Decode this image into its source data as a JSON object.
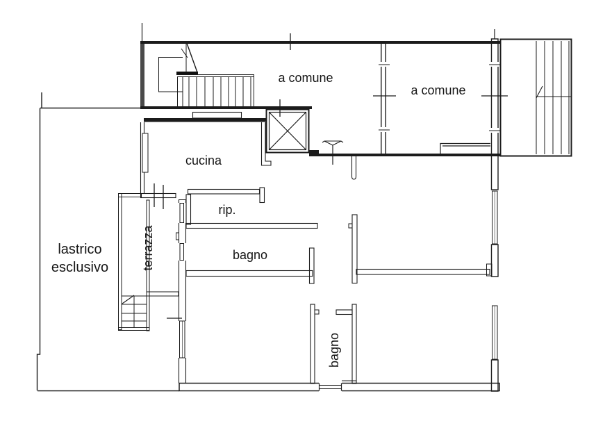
{
  "page": {
    "type": "floor-plan",
    "title": "apartment floor plan",
    "background": "#ffffff",
    "line_color": "#1b1b1b"
  },
  "labels": {
    "common_top": "a comune",
    "common_right": "a comune",
    "kitchen": "cucina",
    "storage": "rip.",
    "bathroom_main": "bagno",
    "bathroom_small": "bagno",
    "terrace": "terrazza",
    "roof_terrace_line1": "lastrico",
    "roof_terrace_line2": "esclusivo"
  },
  "rooms": [
    {
      "id": "common-top",
      "label": "a comune",
      "kind": "shared landing"
    },
    {
      "id": "common-right",
      "label": "a comune",
      "kind": "shared room"
    },
    {
      "id": "kitchen",
      "label": "cucina"
    },
    {
      "id": "storage",
      "label": "rip."
    },
    {
      "id": "bathroom-main",
      "label": "bagno"
    },
    {
      "id": "bathroom-small",
      "label": "bagno"
    },
    {
      "id": "terrace",
      "label": "terrazza"
    },
    {
      "id": "roof-terrace",
      "label": "lastrico esclusivo"
    }
  ],
  "icons": {
    "elevator": "elevator-shaft-x-symbol",
    "stairs_top_left": "staircase-symbol",
    "stairs_right": "staircase-symbol",
    "stairs_terrace": "staircase-symbol",
    "fixture": "ceiling-fixture-symbol"
  }
}
